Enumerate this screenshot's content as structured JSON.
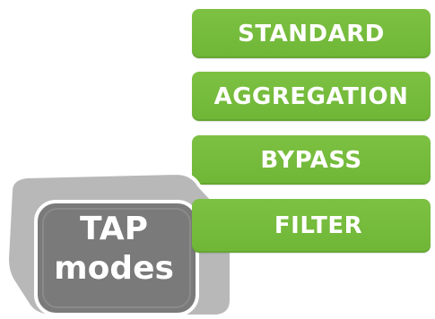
{
  "modes": [
    {
      "label": "STANDARD"
    },
    {
      "label": "AGGREGATION"
    },
    {
      "label": "BYPASS"
    },
    {
      "label": "FILTER"
    }
  ],
  "tap": {
    "line1": "TAP",
    "line2": "modes"
  },
  "colors": {
    "mode_fill": "#74bb3d",
    "box_front": "#7a7a7a",
    "box_side": "#b7b7b7",
    "box_outline": "#ffffff"
  }
}
